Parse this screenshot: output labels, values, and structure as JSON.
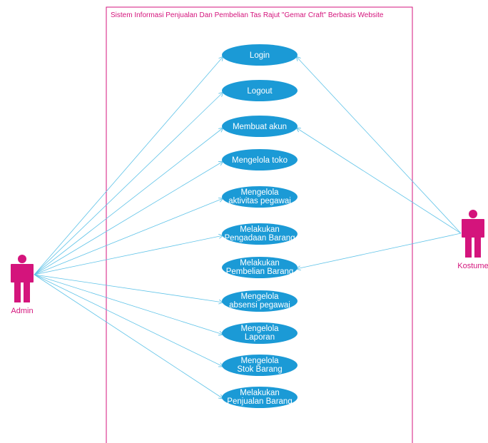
{
  "system": {
    "title": "Sistem Informasi Penjualan Dan Pembelian Tas Rajut \"Gemar Craft\" Berbasis Website"
  },
  "actors": {
    "admin": {
      "name": "Admin"
    },
    "customer": {
      "name": "Kostume"
    }
  },
  "use_cases": [
    {
      "id": "login",
      "lines": [
        "Login"
      ],
      "admin": true,
      "customer": true
    },
    {
      "id": "logout",
      "lines": [
        "Logout"
      ],
      "admin": true,
      "customer": false
    },
    {
      "id": "membuat-akun",
      "lines": [
        "Membuat akun"
      ],
      "admin": true,
      "customer": true
    },
    {
      "id": "mengelola-toko",
      "lines": [
        "Mengelola toko"
      ],
      "admin": true,
      "customer": false
    },
    {
      "id": "mengelola-aktivitas-pegawai",
      "lines": [
        "Mengelola",
        "aktivitas pegawai"
      ],
      "admin": true,
      "customer": false
    },
    {
      "id": "melakukan-pengadaan-barang",
      "lines": [
        "Melakukan",
        "Pengadaan Barang"
      ],
      "admin": true,
      "customer": false
    },
    {
      "id": "melakukan-pembelian-barang",
      "lines": [
        "Melakukan",
        "Pembelian Barang"
      ],
      "admin": false,
      "customer": true
    },
    {
      "id": "mengelola-absensi-pegawai",
      "lines": [
        "Mengelola",
        "absensi pegawai"
      ],
      "admin": true,
      "customer": false
    },
    {
      "id": "mengelola-laporan",
      "lines": [
        "Mengelola",
        "Laporan"
      ],
      "admin": true,
      "customer": false
    },
    {
      "id": "mengelola-stok-barang",
      "lines": [
        "Mengelola",
        "Stok Barang"
      ],
      "admin": true,
      "customer": false
    },
    {
      "id": "melakukan-penjualan-barang",
      "lines": [
        "Melakukan",
        "Penjualan Barang"
      ],
      "admin": true,
      "customer": false
    }
  ],
  "colors": {
    "use_case_fill": "#1b9ad6",
    "actor": "#d4147c",
    "boundary": "#d4147c",
    "association": "#5fc3e8",
    "label_text": "#ffffff"
  }
}
